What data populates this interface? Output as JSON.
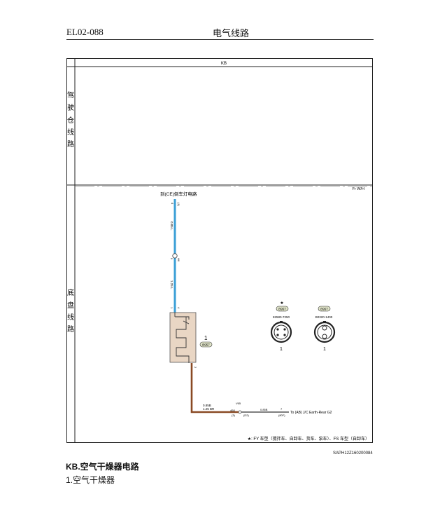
{
  "header": {
    "code": "EL02-088",
    "title": "电气线路"
  },
  "diagram": {
    "column_title": "KB",
    "zones": [
      {
        "label": "驾驶仓线路",
        "chars": [
          "驾",
          "驶",
          "仓",
          "线",
          "路"
        ]
      },
      {
        "label": "底盘线路",
        "chars": [
          "底",
          "盘",
          "线",
          "路"
        ]
      }
    ],
    "frame_label": "Fr W/H",
    "connect_to": "到(CE)倒车灯电路",
    "wire_upper": "0.85 L",
    "wire_lower": "1.25 L",
    "wire_ground": "0.85B",
    "wire_ground_size": "1.25 BR",
    "wire_right": "0.85B",
    "connector_inline_top": "(4)",
    "connector_inline_mid": "(B)",
    "pin_top_a": "4",
    "pin_top_b": "J",
    "pin_mid_a": "5",
    "pin_mid_b": "H6",
    "pin_low_a": "1",
    "pin_low_b": "4",
    "pin_bottom": "2",
    "splice_top": "V65",
    "splice_left_a": "468",
    "splice_left_b": "(3)",
    "splice_right": "(D2)",
    "splice_far": "(80F)",
    "splice_pin": "7",
    "ground_target": "To (AB) J/C Earth-Rear G2",
    "component": {
      "number": "1",
      "connector": "B957"
    },
    "legend_icons": [
      {
        "mark": "★",
        "connector": "B957",
        "part": "82580-7250",
        "number": "1"
      },
      {
        "mark": "",
        "connector": "B957",
        "part": "B0320-1400",
        "number": "1"
      }
    ],
    "footnote": "★: FY 车型（搅拌车、自卸车、货车、泵车）、FS 车型（自卸车）",
    "drawing_code": "SAPH12Z160200084"
  },
  "section": {
    "title": "KB.空气干燥器电路",
    "subtitle": "1.空气干燥器"
  },
  "colors": {
    "blue_wire": "#3a9fd6",
    "brown_wire": "#8a4a24",
    "component_fill": "#e9d6c4",
    "connector_badge": "#dfe3c8"
  }
}
